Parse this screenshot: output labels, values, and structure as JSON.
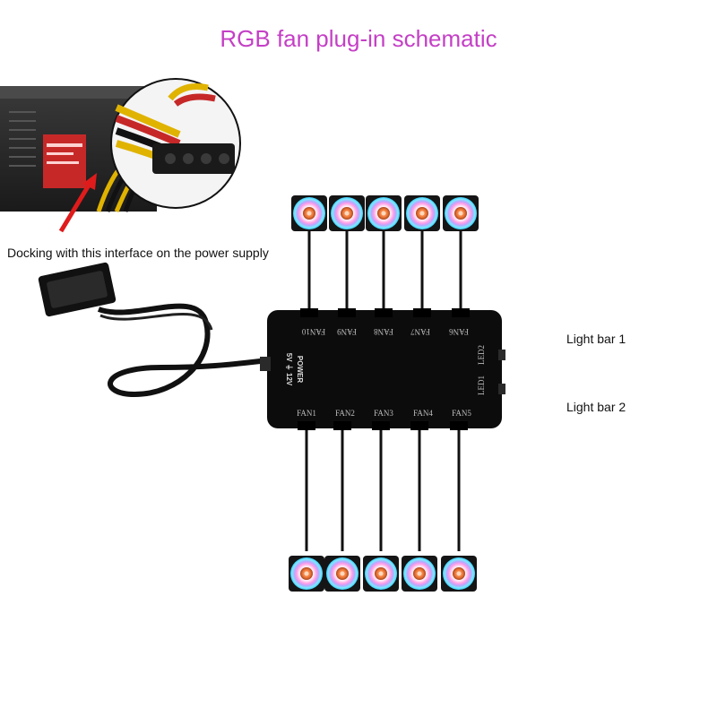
{
  "title": "RGB fan plug-in schematic",
  "psu_caption": "Docking with this interface on the power supply",
  "light_bars": [
    {
      "label": "Light bar 1",
      "port": "LED2"
    },
    {
      "label": "Light bar 2",
      "port": "LED1"
    }
  ],
  "hub": {
    "power_label": "POWER",
    "power_sub": "5V ⏚ 12V",
    "top_ports": [
      "FAN10",
      "FAN9",
      "FAN8",
      "FAN7",
      "FAN6"
    ],
    "bottom_ports": [
      "FAN1",
      "FAN2",
      "FAN3",
      "FAN4",
      "FAN5"
    ]
  },
  "colors": {
    "title": "#c43fc6",
    "hub_body": "#0c0c0c",
    "cable": "#111111",
    "arrow": "#e01b1b",
    "psu_body": "#2a2a2a",
    "psu_label": "#c62828",
    "molex": "#1a1a1a",
    "wire_yellow": "#e0b300",
    "wire_red": "#c62828"
  },
  "icons": {
    "fan": "rgb-fan-icon",
    "psu": "power-supply-unit",
    "molex": "molex-connector",
    "arrow": "red-arrow-pointer"
  }
}
